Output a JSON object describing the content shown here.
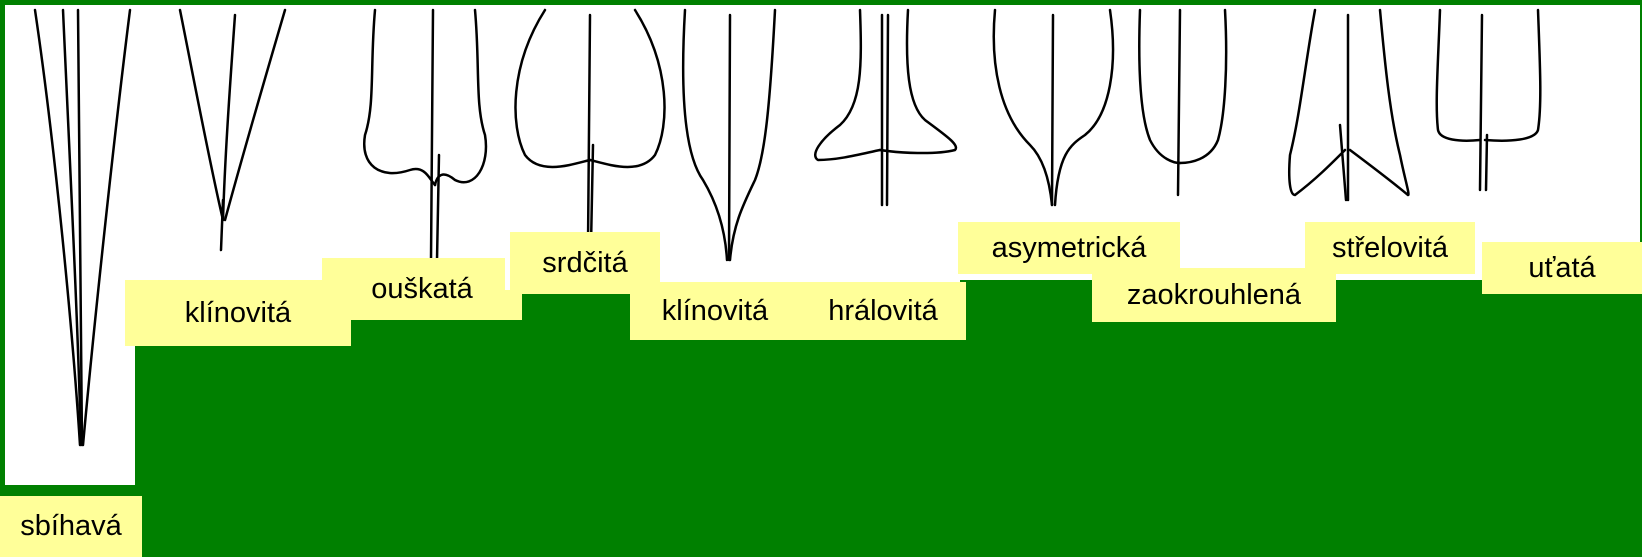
{
  "labels": {
    "sbihava": "sbíhavá",
    "klinovita_1": "klínovitá",
    "ouskata": "ouškatá",
    "srdcita": "srdčitá",
    "klinovita_2": "klínovitá",
    "hralovita": "hrálovitá",
    "asymetricka": "asymetrická",
    "zaokrouhlena": "zaokrouhlená",
    "strelovita": "střelovitá",
    "utata": "uťatá"
  },
  "colors": {
    "background": "#008000",
    "panel": "#ffffff",
    "label_background": "#ffff99",
    "outline": "#000000"
  }
}
